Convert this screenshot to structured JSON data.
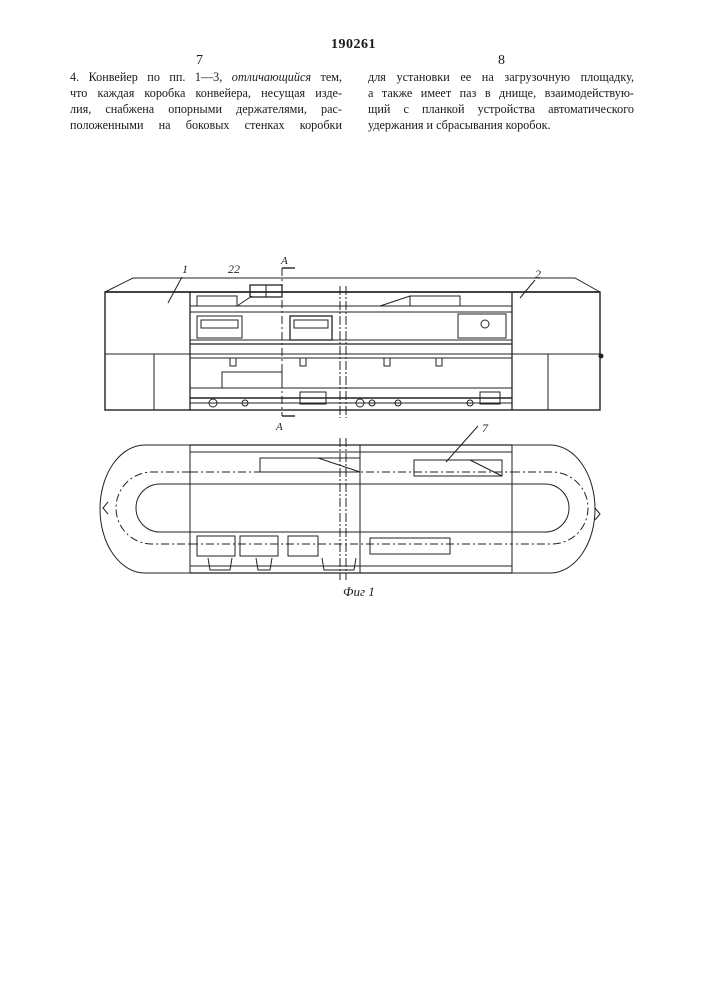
{
  "header": {
    "patent_number": "190261",
    "left_page_number": "7",
    "right_page_number": "8"
  },
  "left_column": {
    "lines": [
      {
        "pre": "4. Конвейер по пп. 1—3, ",
        "em": "отличающийся",
        "post": " тем,"
      },
      {
        "pre": "что каждая коробка конвейера, несущая изде-",
        "em": "",
        "post": ""
      },
      {
        "pre": "лия, снабжена опорными держателями, рас-",
        "em": "",
        "post": ""
      },
      {
        "pre": "положенными на боковых стенках коробки",
        "em": "",
        "post": ""
      }
    ]
  },
  "right_column": {
    "lines": [
      "для установки ее на загрузочную площадку,",
      "а также имеет паз в днище, взаимодействую-",
      "щий с планкой устройства автоматического",
      "удержания и сбрасывания коробок."
    ]
  },
  "figure": {
    "labels": {
      "ref_1": "1",
      "ref_22": "22",
      "ref_2": "2",
      "ref_7": "7",
      "section_top": "A",
      "section_bottom": "A"
    },
    "caption": "Фиг 1"
  }
}
